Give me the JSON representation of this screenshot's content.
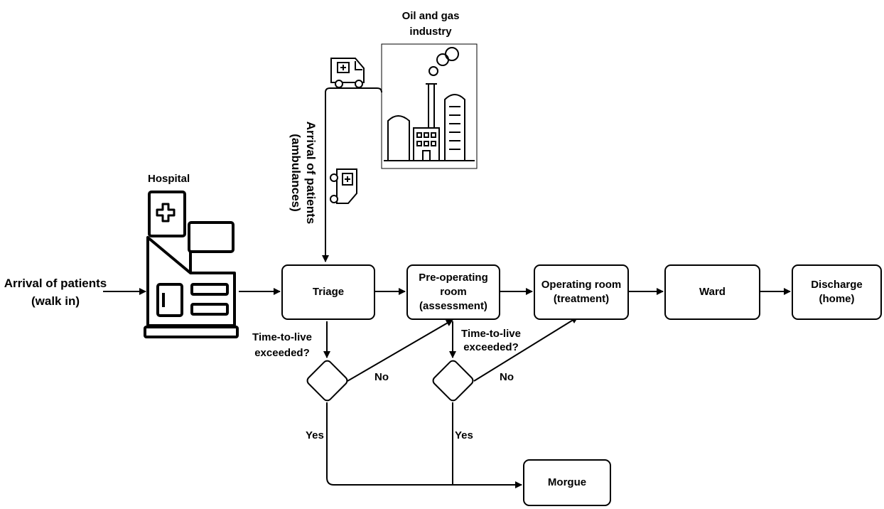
{
  "labels": {
    "industry_line1": "Oil and gas",
    "industry_line2": "industry",
    "hospital": "Hospital",
    "walk_in_line1": "Arrival of patients",
    "walk_in_line2": "(walk in)",
    "ambulance_line1": "Arrival of patients",
    "ambulance_line2": "(ambulances)",
    "ttl_q1_line1": "Time-to-live",
    "ttl_q1_line2": "exceeded?",
    "ttl_q2_line1": "Time-to-live",
    "ttl_q2_line2": "exceeded?",
    "no_1": "No",
    "no_2": "No",
    "yes_1": "Yes",
    "yes_2": "Yes"
  },
  "nodes": {
    "triage": {
      "line1": "Triage"
    },
    "preop": {
      "line1": "Pre-operating",
      "line2": "room",
      "line3": "(assessment)"
    },
    "operating": {
      "line1": "Operating room",
      "line2": "(treatment)"
    },
    "ward": {
      "line1": "Ward"
    },
    "discharge": {
      "line1": "Discharge",
      "line2": "(home)"
    },
    "morgue": {
      "line1": "Morgue"
    }
  },
  "icons": [
    "ambulance-icon",
    "factory-icon",
    "hospital-icon"
  ]
}
